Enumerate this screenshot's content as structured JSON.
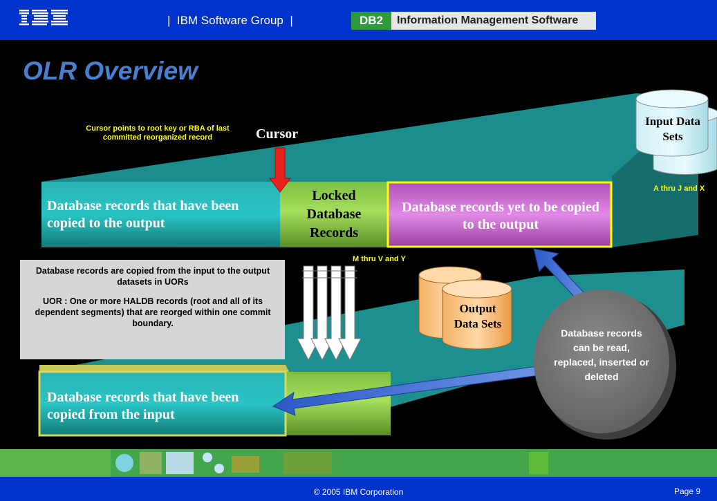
{
  "header": {
    "group_text": "|  IBM Software Group  |",
    "badge": "DB2",
    "product": "Information Management Software"
  },
  "title": "OLR Overview",
  "cursor": {
    "label": "Cursor",
    "note": "Cursor points to root key or RBA of last committed reorganized record"
  },
  "input_ds": {
    "label": "Input Data Sets",
    "range": "A thru J and X"
  },
  "output_ds": {
    "label": "Output Data Sets",
    "range": "M thru V and Y"
  },
  "top_row": {
    "copied": "Database records that have been copied to the output",
    "locked": "Locked Database Records",
    "pending": "Database records yet to be copied to the output"
  },
  "bottom_row": {
    "copied_from_input": "Database records that have been copied from the input"
  },
  "uor_note": {
    "line1": "Database records are copied from the input to the output datasets in UORs",
    "line2": "UOR : One or more HALDB records (root and all of its dependent segments) that are reorged within one commit boundary."
  },
  "ellipse": "Database records can be read, replaced, inserted or deleted",
  "footer": {
    "copyright": "© 2005 IBM Corporation",
    "page": "Page 9"
  },
  "colors": {
    "brand_blue": "#0033cc",
    "title_blue": "#4a7fd0",
    "teal": "#2ab0b0",
    "lime": "#8ccf45",
    "magenta": "#cc66cc"
  }
}
